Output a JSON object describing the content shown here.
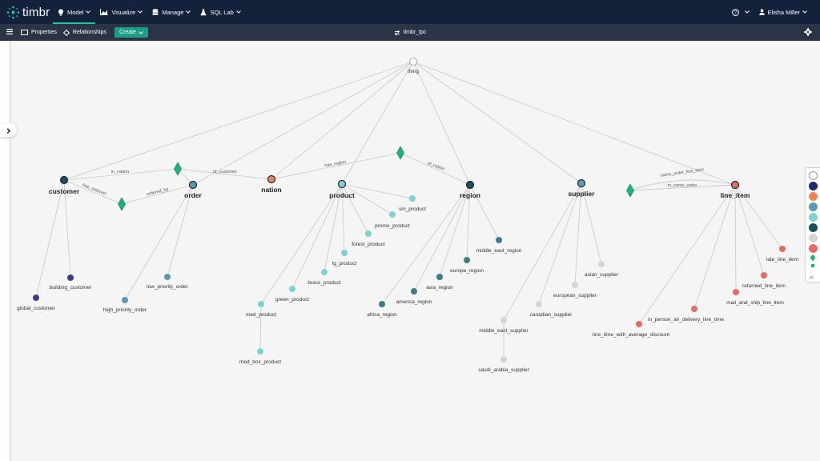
{
  "app": {
    "brand": "timbr",
    "nav": [
      {
        "label": "Model",
        "icon": "bulb-icon",
        "active": true
      },
      {
        "label": "Visualize",
        "icon": "chart-icon",
        "active": false
      },
      {
        "label": "Manage",
        "icon": "database-icon",
        "active": false
      },
      {
        "label": "SQL Lab",
        "icon": "flask-icon",
        "active": false
      }
    ],
    "user": "Elisha Miller",
    "help_icon": "help-icon"
  },
  "toolbar": {
    "properties_label": "Properties",
    "relationships_label": "Relationships",
    "create_label": "Create",
    "ontology_name": "timbr_tpc"
  },
  "colors": {
    "thing": "#ffffff",
    "dark_navy": "#1f2a6b",
    "orange": "#ee8555",
    "steel_blue": "#5b9ab0",
    "light_teal": "#7bd3d4",
    "dark_teal": "#17525c",
    "mid_teal": "#3e7c86",
    "dark_purple": "#3b3e8c",
    "light_gray": "#d5d5d5",
    "red": "#e86a60",
    "diamond": "#19b37a"
  },
  "graph": {
    "nodes": [
      {
        "id": "thing",
        "label": "thing",
        "color": "#ffffff",
        "bold": false
      },
      {
        "id": "customer",
        "label": "customer",
        "color": "#17525c",
        "bold": true
      },
      {
        "id": "order",
        "label": "order",
        "color": "#5b9ab0",
        "bold": true
      },
      {
        "id": "nation",
        "label": "nation",
        "color": "#ee8555",
        "bold": true
      },
      {
        "id": "product",
        "label": "product",
        "color": "#7bd3d4",
        "bold": true
      },
      {
        "id": "region",
        "label": "region",
        "color": "#17525c",
        "bold": true
      },
      {
        "id": "supplier",
        "label": "supplier",
        "color": "#5b9ab0",
        "bold": true
      },
      {
        "id": "line_item",
        "label": "line_item",
        "color": "#e86a60",
        "bold": true
      },
      {
        "id": "building_customer",
        "label": "building_customer",
        "color": "#3b3e8c",
        "bold": false
      },
      {
        "id": "global_customer",
        "label": "global_customer",
        "color": "#3b3e8c",
        "bold": false
      },
      {
        "id": "low_priority_order",
        "label": "low_priority_order",
        "color": "#5b9ab0",
        "bold": false
      },
      {
        "id": "high_priority_order",
        "label": "high_priority_order",
        "color": "#5b9ab0",
        "bold": false
      },
      {
        "id": "sm_product",
        "label": "sm_product",
        "color": "#7bd3d4",
        "bold": false
      },
      {
        "id": "promo_product",
        "label": "promo_product",
        "color": "#7bd3d4",
        "bold": false
      },
      {
        "id": "forest_product",
        "label": "forest_product",
        "color": "#7bd3d4",
        "bold": false
      },
      {
        "id": "lg_product",
        "label": "lg_product",
        "color": "#7bd3d4",
        "bold": false
      },
      {
        "id": "brass_product",
        "label": "brass_product",
        "color": "#7bd3d4",
        "bold": false
      },
      {
        "id": "green_product",
        "label": "green_product",
        "color": "#7bd3d4",
        "bold": false
      },
      {
        "id": "med_product",
        "label": "med_product",
        "color": "#7bd3d4",
        "bold": false
      },
      {
        "id": "med_box_product",
        "label": "med_box_product",
        "color": "#7bd3d4",
        "bold": false
      },
      {
        "id": "middle_east_region",
        "label": "middle_east_region",
        "color": "#3e7c86",
        "bold": false
      },
      {
        "id": "europe_region",
        "label": "europe_region",
        "color": "#3e7c86",
        "bold": false
      },
      {
        "id": "asia_region",
        "label": "asia_region",
        "color": "#3e7c86",
        "bold": false
      },
      {
        "id": "america_region",
        "label": "america_region",
        "color": "#3e7c86",
        "bold": false
      },
      {
        "id": "africa_region",
        "label": "africa_region",
        "color": "#3e7c86",
        "bold": false
      },
      {
        "id": "asian_supplier",
        "label": "asian_supplier",
        "color": "#d5d5d5",
        "bold": false
      },
      {
        "id": "european_supplier",
        "label": "european_supplier",
        "color": "#d5d5d5",
        "bold": false
      },
      {
        "id": "canadian_supplier",
        "label": "canadian_supplier",
        "color": "#d5d5d5",
        "bold": false
      },
      {
        "id": "middle_east_supplier",
        "label": "middle_east_supplier",
        "color": "#d5d5d5",
        "bold": false
      },
      {
        "id": "saudi_arabia_supplier",
        "label": "saudi_arabia_supplier",
        "color": "#d5d5d5",
        "bold": false
      },
      {
        "id": "late_line_item",
        "label": "late_line_item",
        "color": "#e86a60",
        "bold": false
      },
      {
        "id": "returned_line_item",
        "label": "returned_line_item",
        "color": "#e86a60",
        "bold": false
      },
      {
        "id": "mail_and_ship_line_item",
        "label": "mail_and_ship_line_item",
        "color": "#e86a60",
        "bold": false
      },
      {
        "id": "in_person_air_delivery_line_time",
        "label": "in_person_air_delivery_line_time",
        "color": "#e86a60",
        "bold": false
      },
      {
        "id": "line_time_with_average_discount",
        "label": "line_time_with_average_discount",
        "color": "#e86a60",
        "bold": false
      }
    ],
    "relation_labels": [
      {
        "id": "in_nation",
        "label": "in_nation"
      },
      {
        "id": "has_ordered",
        "label": "has_ordered"
      },
      {
        "id": "ordered_by",
        "label": "ordered_by"
      },
      {
        "id": "of_customer",
        "label": "of_customer"
      },
      {
        "id": "has_region",
        "label": "has_region"
      },
      {
        "id": "of_nation",
        "label": "of_nation"
      },
      {
        "id": "same_order_line_item",
        "label": "same_order_line_item"
      },
      {
        "id": "in_same_order",
        "label": "in_same_order"
      }
    ]
  },
  "legend": {
    "items": [
      {
        "name": "legend-white",
        "color": "#ffffff"
      },
      {
        "name": "legend-dark-navy",
        "color": "#1f2a6b"
      },
      {
        "name": "legend-orange",
        "color": "#ee8555"
      },
      {
        "name": "legend-steel-blue",
        "color": "#5b9ab0"
      },
      {
        "name": "legend-light-teal",
        "color": "#7bd3d4"
      },
      {
        "name": "legend-dark-teal",
        "color": "#17525c"
      },
      {
        "name": "legend-light-gray",
        "color": "#d5d5d5"
      },
      {
        "name": "legend-red",
        "color": "#e86a60"
      }
    ],
    "collapse_symbol": "«"
  }
}
